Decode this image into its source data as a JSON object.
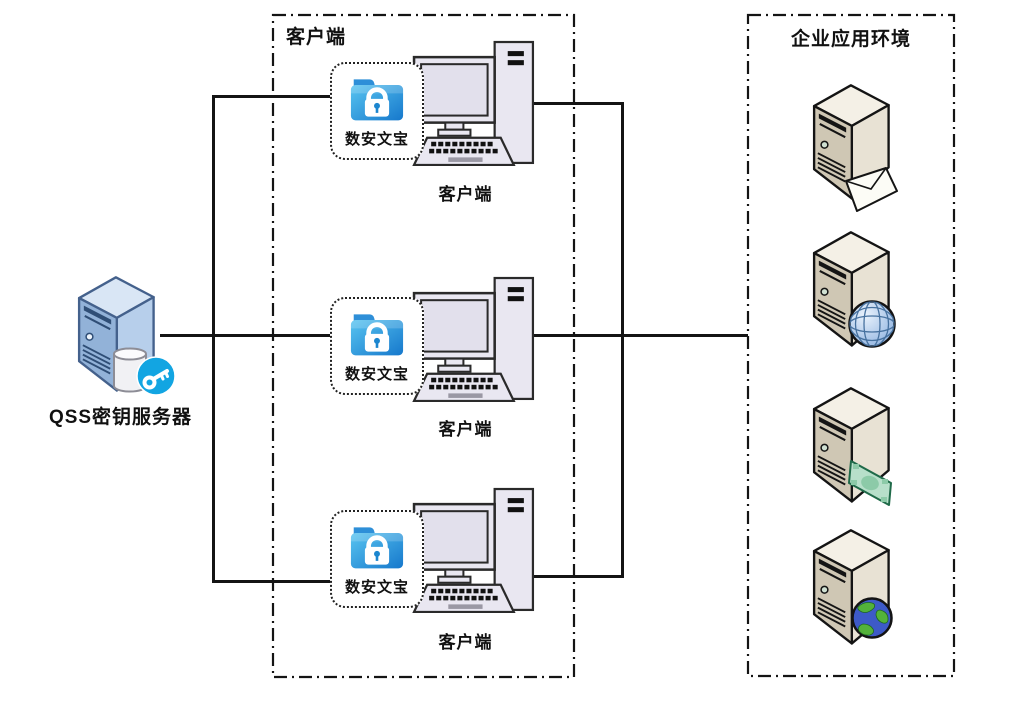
{
  "key_server": {
    "label": "QSS密钥服务器"
  },
  "client_zone": {
    "title": "客户端",
    "clients": [
      {
        "app_label": "数安文宝",
        "device_label": "客户端"
      },
      {
        "app_label": "数安文宝",
        "device_label": "客户端"
      },
      {
        "app_label": "数安文宝",
        "device_label": "客户端"
      }
    ]
  },
  "app_zone": {
    "title": "企业应用环境",
    "servers": [
      {
        "icon": "mail-server"
      },
      {
        "icon": "web-globe-server"
      },
      {
        "icon": "payment-server"
      },
      {
        "icon": "internet-server"
      }
    ]
  },
  "colors": {
    "line": "#141414",
    "folder_blue": "#1b7fd4",
    "key_badge_blue": "#12a5e2",
    "server_blue_face": "#b7cfeb",
    "server_tan_face": "#e8e2d4"
  }
}
